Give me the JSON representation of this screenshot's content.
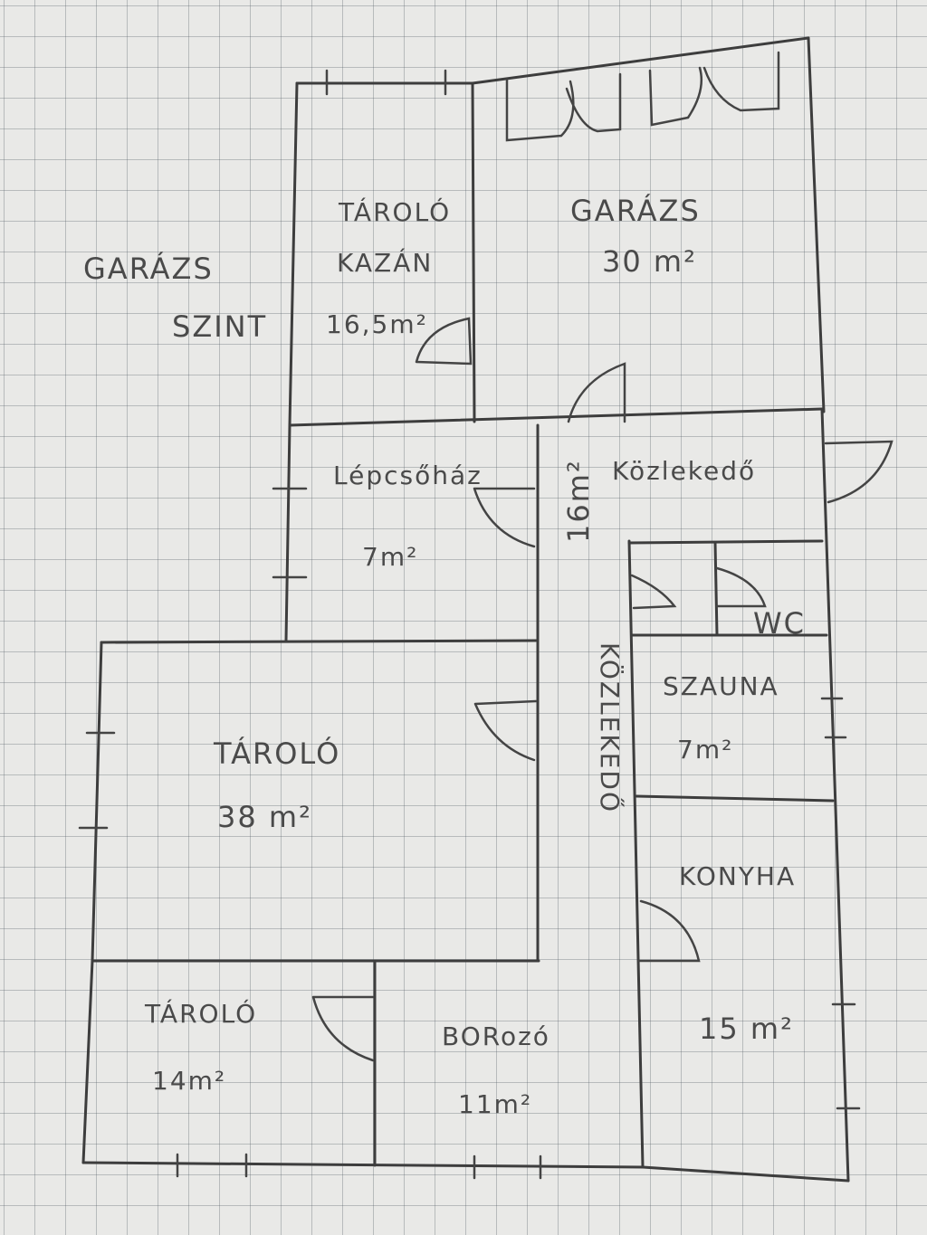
{
  "rooms": {
    "garage_level_1": "GARÁZS",
    "garage_level_2": "SZINT",
    "storage_boiler_1": "TÁROLÓ",
    "storage_boiler_2": "KAZÁN",
    "storage_boiler_area": "16,5m²",
    "garage_title": "GARÁZS",
    "garage_area": "30 m²",
    "stairwell": "Lépcsőház",
    "stairwell_area": "7m²",
    "corridor_top": "Közlekedő",
    "corridor_top_area": "16m²",
    "wc": "WC",
    "sauna": "SZAUNA",
    "sauna_area": "7m²",
    "storage_big": "TÁROLÓ",
    "storage_big_area": "38 m²",
    "corridor_vertical": "KÖZLEKEDŐ",
    "kitchen": "KONYHA",
    "kitchen_area": "15 m²",
    "storage_small": "TÁROLÓ",
    "storage_small_area": "14m²",
    "wine_cellar": "BORozó",
    "wine_cellar_area": "11m²"
  }
}
